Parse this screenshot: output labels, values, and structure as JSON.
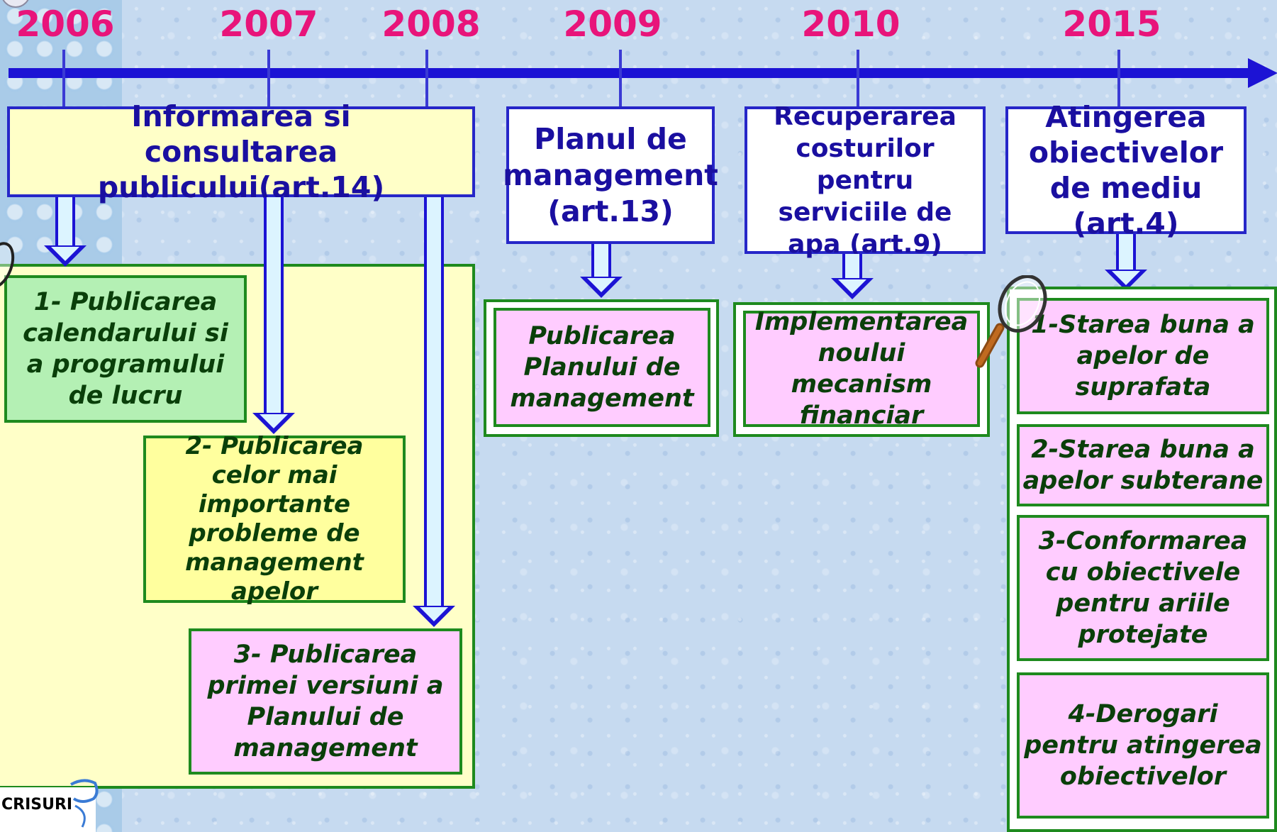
{
  "timeline": {
    "years": [
      "2006",
      "2007",
      "2008",
      "2009",
      "2010",
      "2015"
    ]
  },
  "headers": {
    "public_info": "Informarea si consultarea publicului(art.14)",
    "management_plan": "Planul de management (art.13)",
    "cost_recovery": "Recuperarea costurilor pentru serviciile de apa (art.9)",
    "env_objectives": "Atingerea obiectivelor de mediu (art.4)"
  },
  "public_info_steps": [
    "1- Publicarea calendarului si a programului de lucru",
    "2- Publicarea celor mai importante probleme de management apelor",
    "3- Publicarea primei versiuni a Planului de management"
  ],
  "management_plan_step": "Publicarea Planului de management",
  "cost_recovery_step": "Implementarea noului mecanism financiar",
  "env_objectives_steps": [
    "1-Starea buna a apelor de suprafata",
    "2-Starea buna a apelor subterane",
    "3-Conformarea cu obiectivele pentru ariile protejate",
    "4-Derogari pentru atingerea obiectivelor"
  ],
  "logo_text": "CRISURI",
  "colors": {
    "year": "#e8147a",
    "axis": "#1c13d4",
    "header_text": "#1a0fa0",
    "card_text": "#0a3f0a",
    "card_border": "#1e8a1e",
    "card_green": "#b4f0b4",
    "card_yellow": "#ffff9e",
    "card_pink": "#ffccff",
    "panel_yellow": "#ffffc8"
  }
}
